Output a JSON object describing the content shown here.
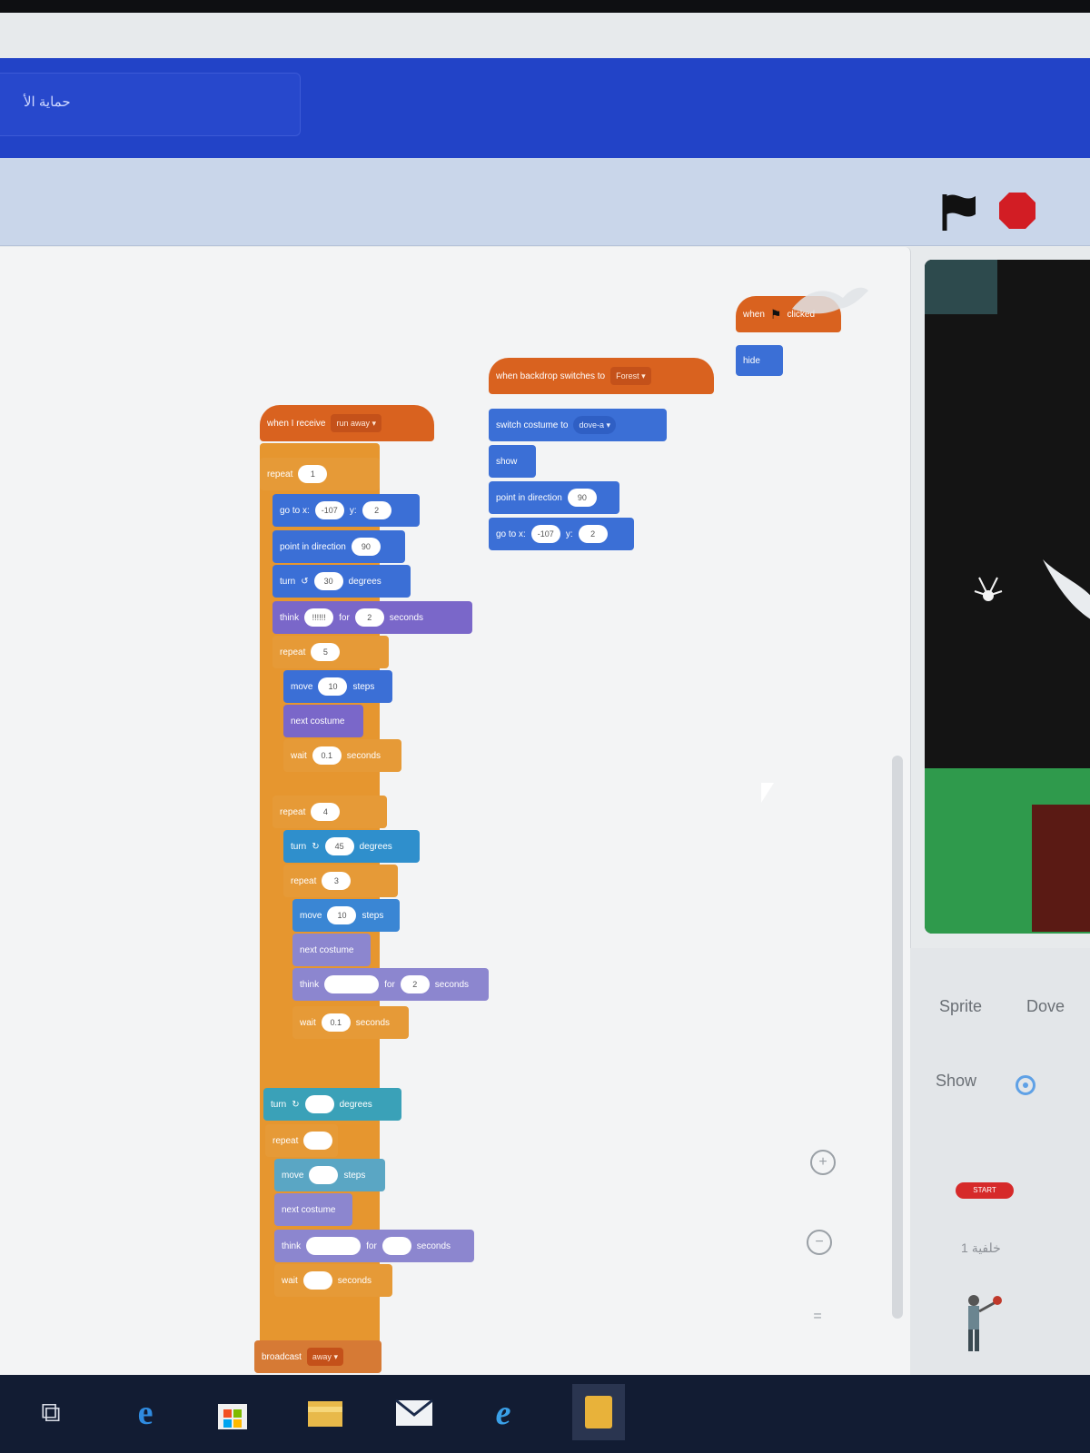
{
  "header": {
    "project_title": "حماية الأ"
  },
  "controls": {
    "flag": "green-flag",
    "stop": "stop"
  },
  "scripts": {
    "green_flag": {
      "hat_prefix": "when",
      "hat_suffix": "clicked",
      "hide": "hide"
    },
    "backdrop": {
      "hat": "when backdrop switches to",
      "backdrop_name": "Forest",
      "switch_costume": "switch costume to",
      "costume_name": "dove-a",
      "show": "show",
      "point_dir": "point in direction",
      "dir_val": "90",
      "goto": "go to x:",
      "x_val": "-107",
      "y_label": "y:",
      "y_val": "2"
    },
    "receive": {
      "hat": "when I receive",
      "message": "run away",
      "repeat1": "repeat",
      "repeat1_val": "1",
      "goto": "go to x:",
      "x_val": "-107",
      "y_label": "y:",
      "y_val": "2",
      "point_dir": "point in direction",
      "dir_val": "90",
      "turn1": "turn",
      "turn1_val": "30",
      "degrees": "degrees",
      "think1": "think",
      "think1_text": "!!!!!!",
      "for_label": "for",
      "think1_secs": "2",
      "seconds": "seconds",
      "repeat2": "repeat",
      "repeat2_val": "5",
      "move1": "move",
      "move1_val": "10",
      "steps": "steps",
      "next_costume": "next costume",
      "wait1": "wait",
      "wait1_val": "0.1",
      "repeat3": "repeat",
      "repeat3_val": "4",
      "turn2": "turn",
      "turn2_val": "45",
      "repeat4": "repeat",
      "repeat4_val": "3",
      "move2": "move",
      "move2_val": "10",
      "think2": "think",
      "think2_secs": "2",
      "wait2": "wait",
      "wait2_val": "0.1",
      "turn3": "turn",
      "repeat5": "repeat",
      "move3": "move",
      "think3": "think",
      "wait3": "wait",
      "broadcast": "broadcast",
      "broadcast_msg": "away"
    }
  },
  "sprite_panel": {
    "sprite_label": "Sprite",
    "sprite_name": "Dove",
    "show_label": "Show",
    "thumb1_label": "START",
    "thumb1_caption": "1 خلفية"
  },
  "taskbar": {
    "icons": [
      "task-view",
      "edge",
      "store",
      "file-explorer",
      "mail",
      "internet-explorer",
      "scratch"
    ]
  }
}
